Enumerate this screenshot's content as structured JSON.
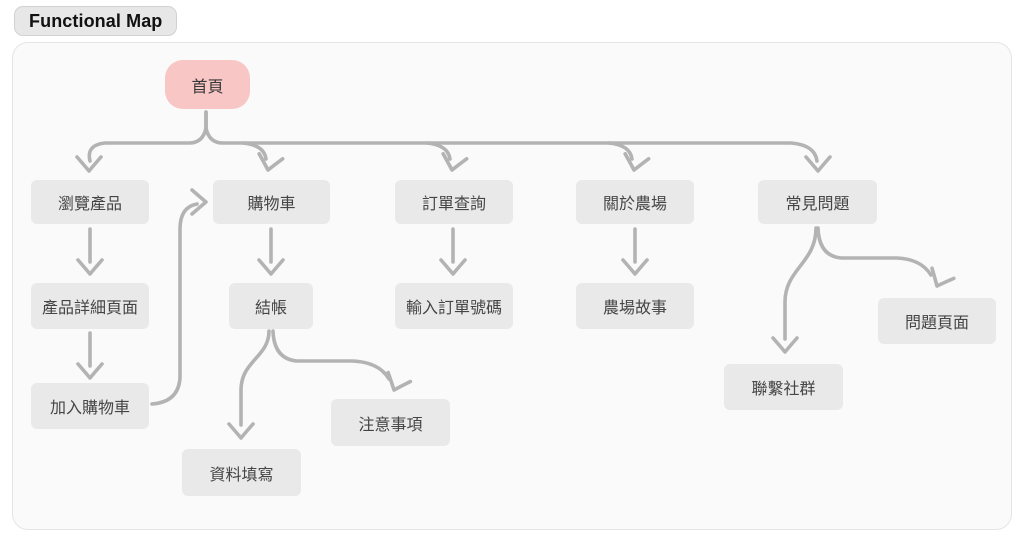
{
  "title_chip": {
    "label": "Functional Map"
  },
  "colors": {
    "root_fill": "#f9c6c6",
    "node_fill": "#e9e9e9",
    "node_text": "#454545",
    "arrow": "#b3b3b3",
    "canvas_fill": "#fafafa",
    "canvas_border": "#e5e5e5",
    "chip_fill": "#e7e7e7",
    "chip_border": "#d2d2d2"
  },
  "nodes": {
    "home": {
      "label": "首頁"
    },
    "browse": {
      "label": "瀏覽產品"
    },
    "cart": {
      "label": "購物車"
    },
    "order": {
      "label": "訂單查詢"
    },
    "about": {
      "label": "關於農場"
    },
    "faq": {
      "label": "常見問題"
    },
    "product_detail": {
      "label": "產品詳細頁面"
    },
    "checkout": {
      "label": "結帳"
    },
    "enter_order_no": {
      "label": "輸入訂單號碼"
    },
    "farm_story": {
      "label": "農場故事"
    },
    "question_page": {
      "label": "問題頁面"
    },
    "add_to_cart": {
      "label": "加入購物車"
    },
    "contact_community": {
      "label": "聯繫社群"
    },
    "notes": {
      "label": "注意事項"
    },
    "fill_info": {
      "label": "資料填寫"
    }
  },
  "edges": [
    {
      "from": "home",
      "to": "browse"
    },
    {
      "from": "home",
      "to": "cart"
    },
    {
      "from": "home",
      "to": "order"
    },
    {
      "from": "home",
      "to": "about"
    },
    {
      "from": "home",
      "to": "faq"
    },
    {
      "from": "browse",
      "to": "product_detail"
    },
    {
      "from": "product_detail",
      "to": "add_to_cart"
    },
    {
      "from": "add_to_cart",
      "to": "cart"
    },
    {
      "from": "cart",
      "to": "checkout"
    },
    {
      "from": "checkout",
      "to": "fill_info"
    },
    {
      "from": "checkout",
      "to": "notes"
    },
    {
      "from": "order",
      "to": "enter_order_no"
    },
    {
      "from": "about",
      "to": "farm_story"
    },
    {
      "from": "faq",
      "to": "contact_community"
    },
    {
      "from": "faq",
      "to": "question_page"
    }
  ]
}
